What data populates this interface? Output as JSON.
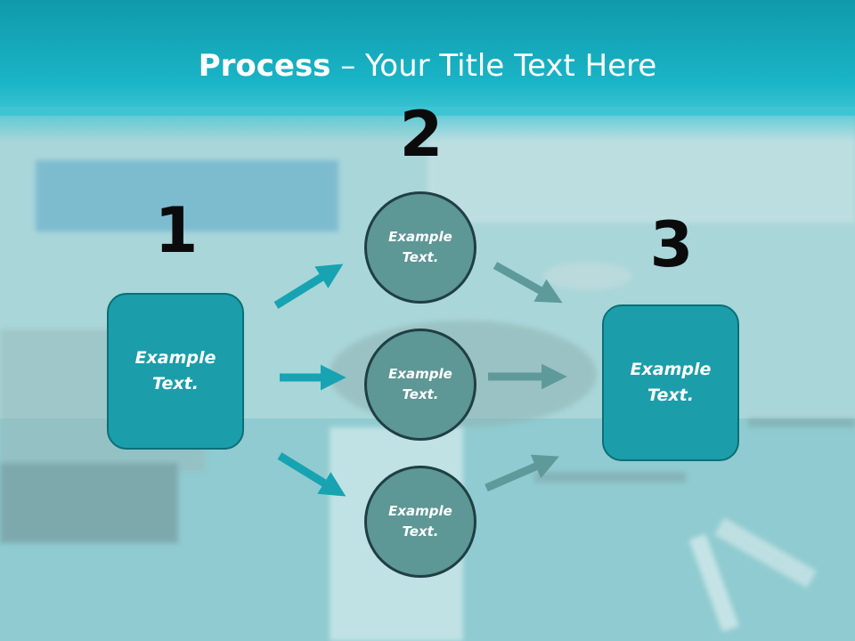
{
  "title": {
    "bold": "Process",
    "rest": " – Your Title Text Here"
  },
  "steps": {
    "step1": {
      "number": "1",
      "text": "Example\nText."
    },
    "step2": {
      "number": "2",
      "circles": [
        {
          "text": "Example\nText."
        },
        {
          "text": "Example\nText."
        },
        {
          "text": "Example\nText."
        }
      ]
    },
    "step3": {
      "number": "3",
      "text": "Example\nText."
    }
  },
  "colors": {
    "header": "#19b4c6",
    "box_fill": "#1b9ea9",
    "circle_fill": "#5d9796",
    "arrow_left": "#17a3b2",
    "arrow_right": "#5f9a9a"
  }
}
